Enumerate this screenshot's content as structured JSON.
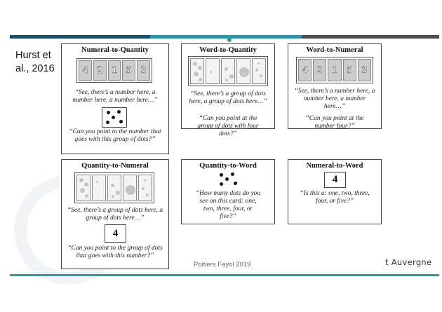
{
  "citation": "Hurst et al., 2016",
  "footer": "Poitiers Fayol 2019",
  "brand": "t Auvergne",
  "cards": {
    "numeral_to_quantity": {
      "title": "Numeral-to-Quantity",
      "numerals": [
        "4",
        "2",
        "1",
        "5",
        "3"
      ],
      "prompt1": "“See, there’s a number here, a number here, a number here…”",
      "prompt2": "“Can you point to the number that goes with this group of dots?”"
    },
    "word_to_quantity": {
      "title": "Word-to-Quantity",
      "prompt1": "“See, there’s a group of dots here, a group of dots here…”",
      "prompt2_before": "“Can you point at the group of dots with ",
      "prompt2_word": "four",
      "prompt2_after": " dots?”"
    },
    "word_to_numeral": {
      "title": "Word-to-Numeral",
      "numerals": [
        "4",
        "2",
        "1",
        "5",
        "3"
      ],
      "prompt1": "“See, there’s a number here, a number here, a number here…”",
      "prompt2_before": "“Can you point at the number ",
      "prompt2_word": "four",
      "prompt2_after": "?”"
    },
    "quantity_to_numeral": {
      "title": "Quantity-to-Numeral",
      "prompt1": "“See, there’s a group of dots here, a group of dots here…”",
      "numeral": "4",
      "prompt2": "“Can you point to the group of dots that goes with this number?”"
    },
    "quantity_to_word": {
      "title": "Quantity-to-Word",
      "prompt1": "“How many dots do you see on this card: one, two, three, four, or five?”"
    },
    "numeral_to_word": {
      "title": "Numeral-to-Word",
      "numeral": "4",
      "prompt1": "“Is this a: one, two, three, four, or five?”"
    }
  },
  "colors": {
    "bar_dark": "#1f4e6b",
    "bar_teal": "#2f95a6",
    "bar_gray": "#4d4d4d"
  }
}
